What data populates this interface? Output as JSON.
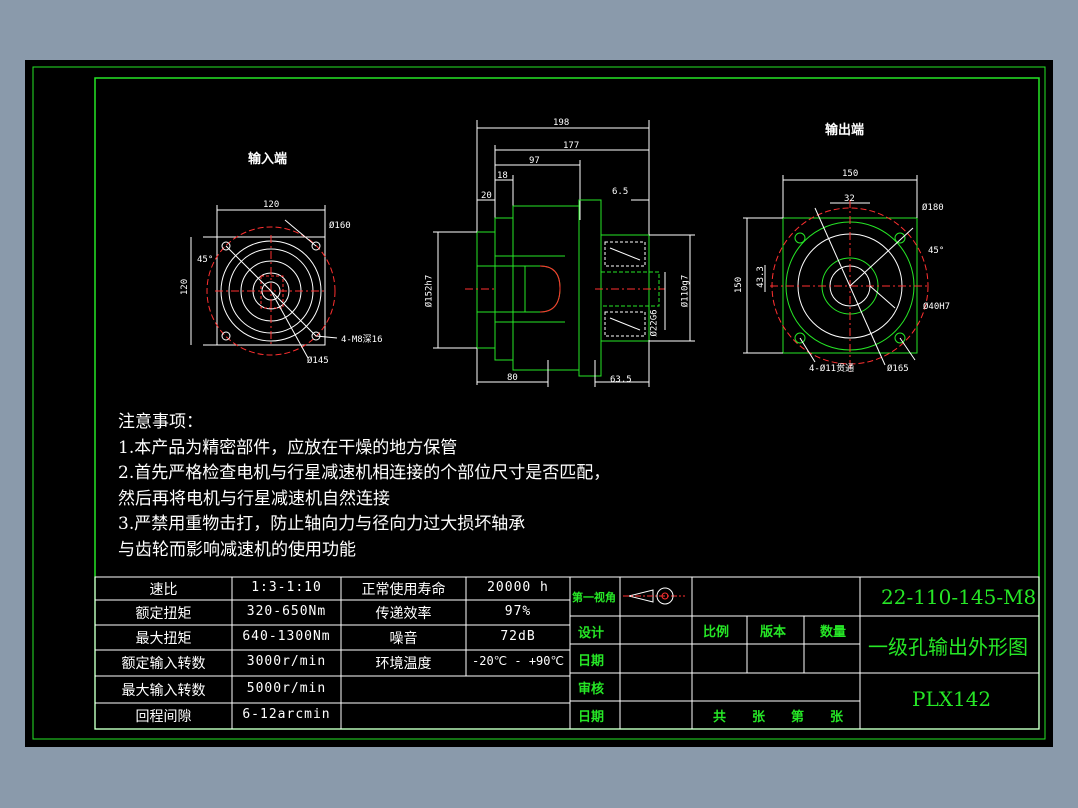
{
  "views": {
    "input_label": "输入端",
    "output_label": "输出端"
  },
  "dims": {
    "in_top": "120",
    "in_left": "120",
    "in_angle": "45°",
    "in_dia1": "Ø160",
    "in_holes": "4-M8深16",
    "in_dia2": "Ø145",
    "side_198": "198",
    "side_177": "177",
    "side_97": "97",
    "side_18": "18",
    "side_20": "20",
    "side_6_5": "6.5",
    "side_dia_left": "Ø152h7",
    "side_dia_r1": "Ø110g7",
    "side_dia_r2": "Ø22G6",
    "side_80": "80",
    "side_63_5": "63.5",
    "out_top": "150",
    "out_32": "32",
    "out_left": "150",
    "out_43": "43.3",
    "out_dia180": "Ø180",
    "out_angle": "45°",
    "out_40": "Ø40H7",
    "out_holes": "4-Ø11贯通",
    "out_165": "Ø165"
  },
  "notes": {
    "title": "注意事项：",
    "line1": "1.本产品为精密部件，应放在干燥的地方保管",
    "line2": "2.首先严格检查电机与行星减速机相连接的个部位尺寸是否匹配，",
    "line3": "然后再将电机与行星减速机自然连接",
    "line4": "3.严禁用重物击打，防止轴向力与径向力过大损坏轴承",
    "line5": "与齿轮而影响减速机的使用功能"
  },
  "specs": {
    "r1": {
      "k1": "速比",
      "v1": "1:3-1:10",
      "k2": "正常使用寿命",
      "v2": "20000 h"
    },
    "r2": {
      "k1": "额定扭矩",
      "v1": "320-650Nm",
      "k2": "传递效率",
      "v2": "97%"
    },
    "r3": {
      "k1": "最大扭矩",
      "v1": "640-1300Nm",
      "k2": "噪音",
      "v2": "72dB"
    },
    "r4": {
      "k1": "额定输入转数",
      "v1": "3000r/min",
      "k2": "环境温度",
      "v2": "-20℃ - +90℃"
    },
    "r5": {
      "k1": "最大输入转数",
      "v1": "5000r/min"
    },
    "r6": {
      "k1": "回程间隙",
      "v1": "6-12arcmin"
    }
  },
  "title_block": {
    "angle": "第一视角",
    "design": "设计",
    "date1": "日期",
    "review": "审核",
    "date2": "日期",
    "scale": "比例",
    "version": "版本",
    "qty": "数量",
    "sheets": "共　　张　　第　　张",
    "drawing_no": "22-110-145-M8",
    "drawing_name": "一级孔输出外形图",
    "model": "PLX142"
  },
  "colors": {
    "frame": "#26e626",
    "hidden": "#ff3030",
    "text": "#ffffff"
  }
}
